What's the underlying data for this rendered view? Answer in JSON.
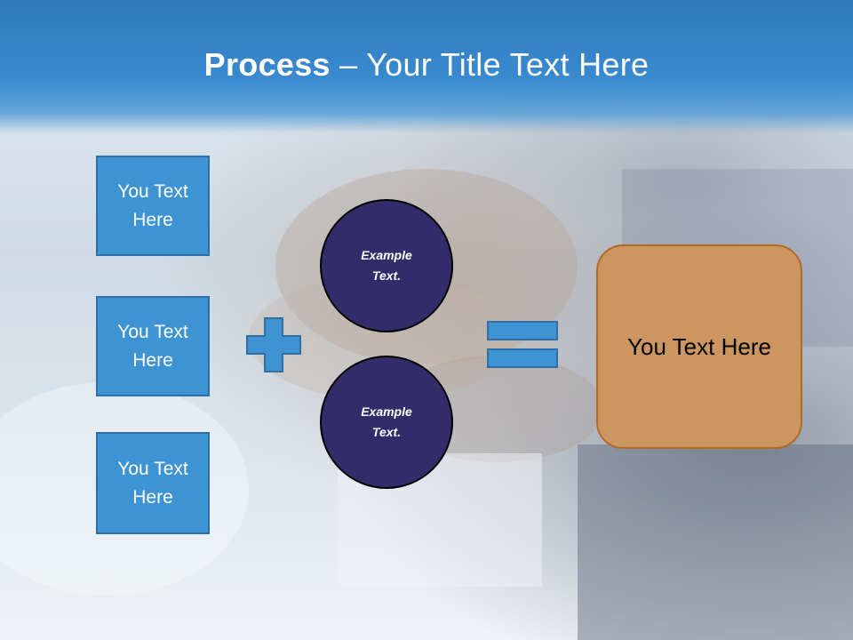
{
  "slide": {
    "title_bold": "Process",
    "title_rest": " – Your Title Text Here",
    "boxes": [
      {
        "text": "You Text Here"
      },
      {
        "text": "You Text Here"
      },
      {
        "text": "You Text Here"
      }
    ],
    "circles": [
      {
        "text": "Example Text."
      },
      {
        "text": "Example Text."
      }
    ],
    "result": {
      "text": "You Text Here"
    },
    "operators": {
      "plus_icon": "plus-icon",
      "equals_icon": "equals-icon"
    },
    "colors": {
      "title_band": "#3a8ad0",
      "box_fill": "#3e93d3",
      "circle_fill": "#322d6a",
      "result_fill": "#cc9660",
      "result_border": "#b06a26"
    }
  }
}
